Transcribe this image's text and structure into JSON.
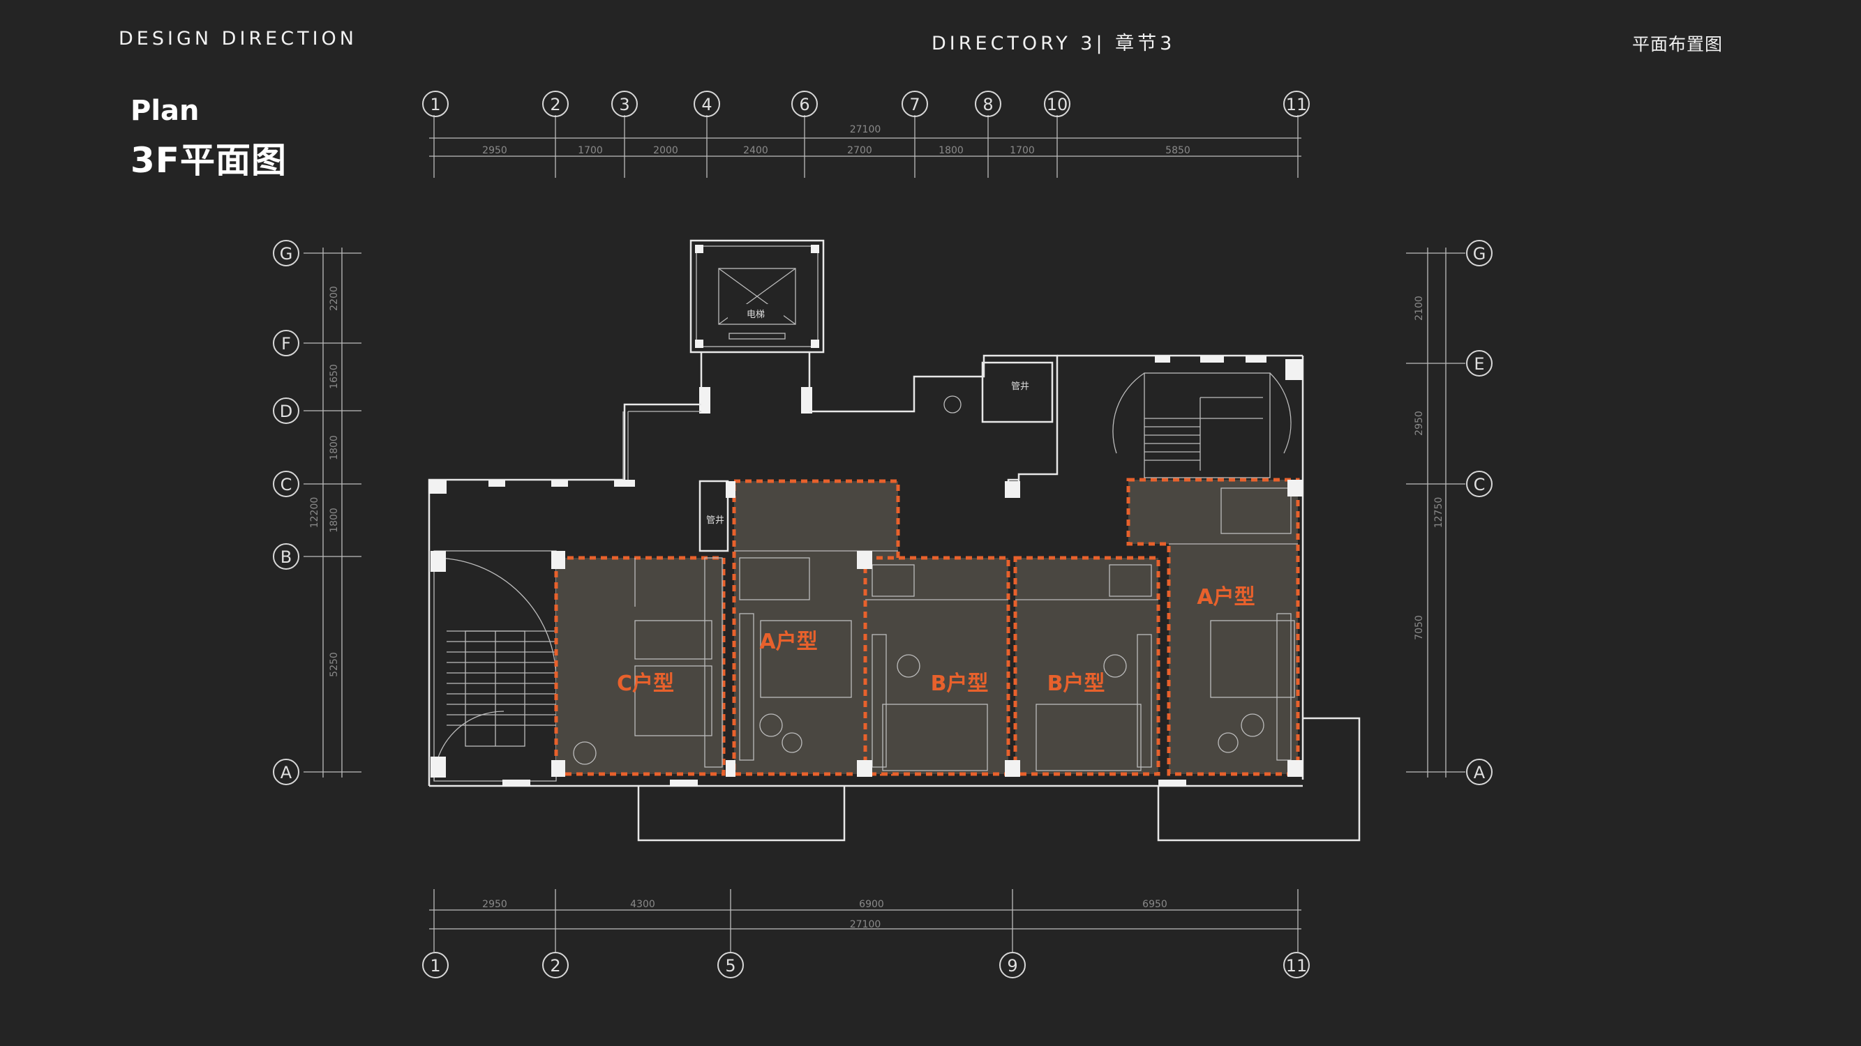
{
  "header": {
    "left": "DESIGN DIRECTION",
    "center": "DIRECTORY 3| 章节3",
    "right": "平面布置图"
  },
  "title": {
    "en": "Plan",
    "cn": "3F平面图"
  },
  "axes": {
    "top_columns": [
      "1",
      "2",
      "3",
      "4",
      "6",
      "7",
      "8",
      "10",
      "11"
    ],
    "bottom_columns": [
      "1",
      "2",
      "5",
      "9",
      "11"
    ],
    "left_rows": [
      "G",
      "F",
      "D",
      "C",
      "B",
      "A"
    ],
    "right_rows": [
      "G",
      "E",
      "C",
      "A"
    ]
  },
  "dimensions": {
    "top_total": "27100",
    "top_segments": [
      "2950",
      "1700",
      "2000",
      "2400",
      "2700",
      "1800",
      "1700",
      "5850"
    ],
    "bottom_total": "27100",
    "bottom_segments": [
      "2950",
      "4300",
      "6900",
      "6950"
    ],
    "left_total": "12200",
    "left_segments": [
      "2200",
      "1650",
      "1800",
      "1800",
      "5250"
    ],
    "right_total": "12750",
    "right_segments": [
      "2100",
      "2950",
      "7050"
    ]
  },
  "units": [
    {
      "type": "C户型"
    },
    {
      "type": "A户型"
    },
    {
      "type": "B户型"
    },
    {
      "type": "B户型"
    },
    {
      "type": "A户型"
    }
  ],
  "rooms": {
    "elevator": "电梯",
    "shaft_1": "管井",
    "shaft_2": "管井"
  },
  "colors": {
    "background": "#242424",
    "unit_boundary": "#e8612c",
    "unit_fill": "#4a4741",
    "linework": "#e8e8e8"
  }
}
